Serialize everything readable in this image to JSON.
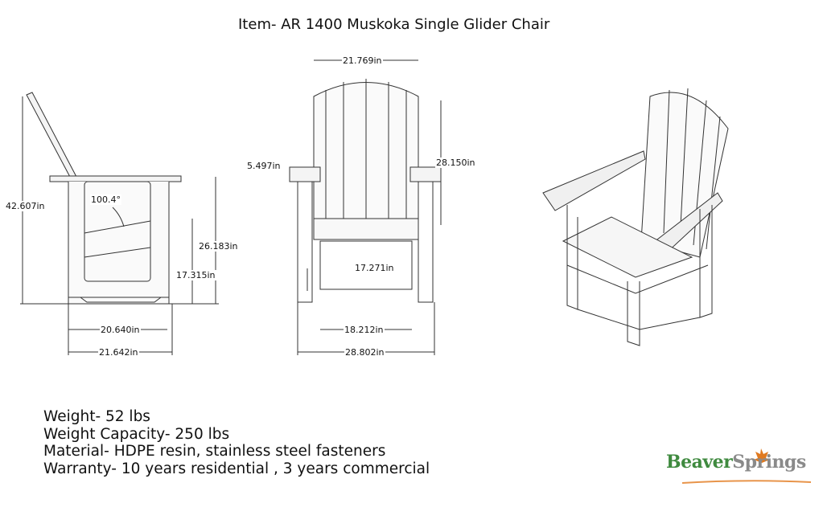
{
  "title": "Item- AR 1400 Muskoka Single Glider Chair",
  "dimensions": {
    "side_height": "42.607in",
    "recline_angle": "100.4°",
    "arm_height": "26.183in",
    "seat_height": "17.315in",
    "base_depth": "20.640in",
    "overall_depth": "21.642in",
    "back_width": "21.769in",
    "arm_width": "5.497in",
    "back_height": "28.150in",
    "seat_width": "17.271in",
    "inner_base_width": "18.212in",
    "overall_width": "28.802in"
  },
  "specs": [
    "Weight- 52 lbs",
    "Weight Capacity- 250 lbs",
    "Material- HDPE resin, stainless steel fasteners",
    "Warranty- 10 years residential , 3 years commercial"
  ],
  "logo": {
    "text_a": "Beaver",
    "text_b": "Springs",
    "icon": "maple-leaf-icon",
    "colors": {
      "green": "#3f8a3f",
      "gray": "#8a8a8a",
      "leaf": "#e07a20"
    }
  }
}
